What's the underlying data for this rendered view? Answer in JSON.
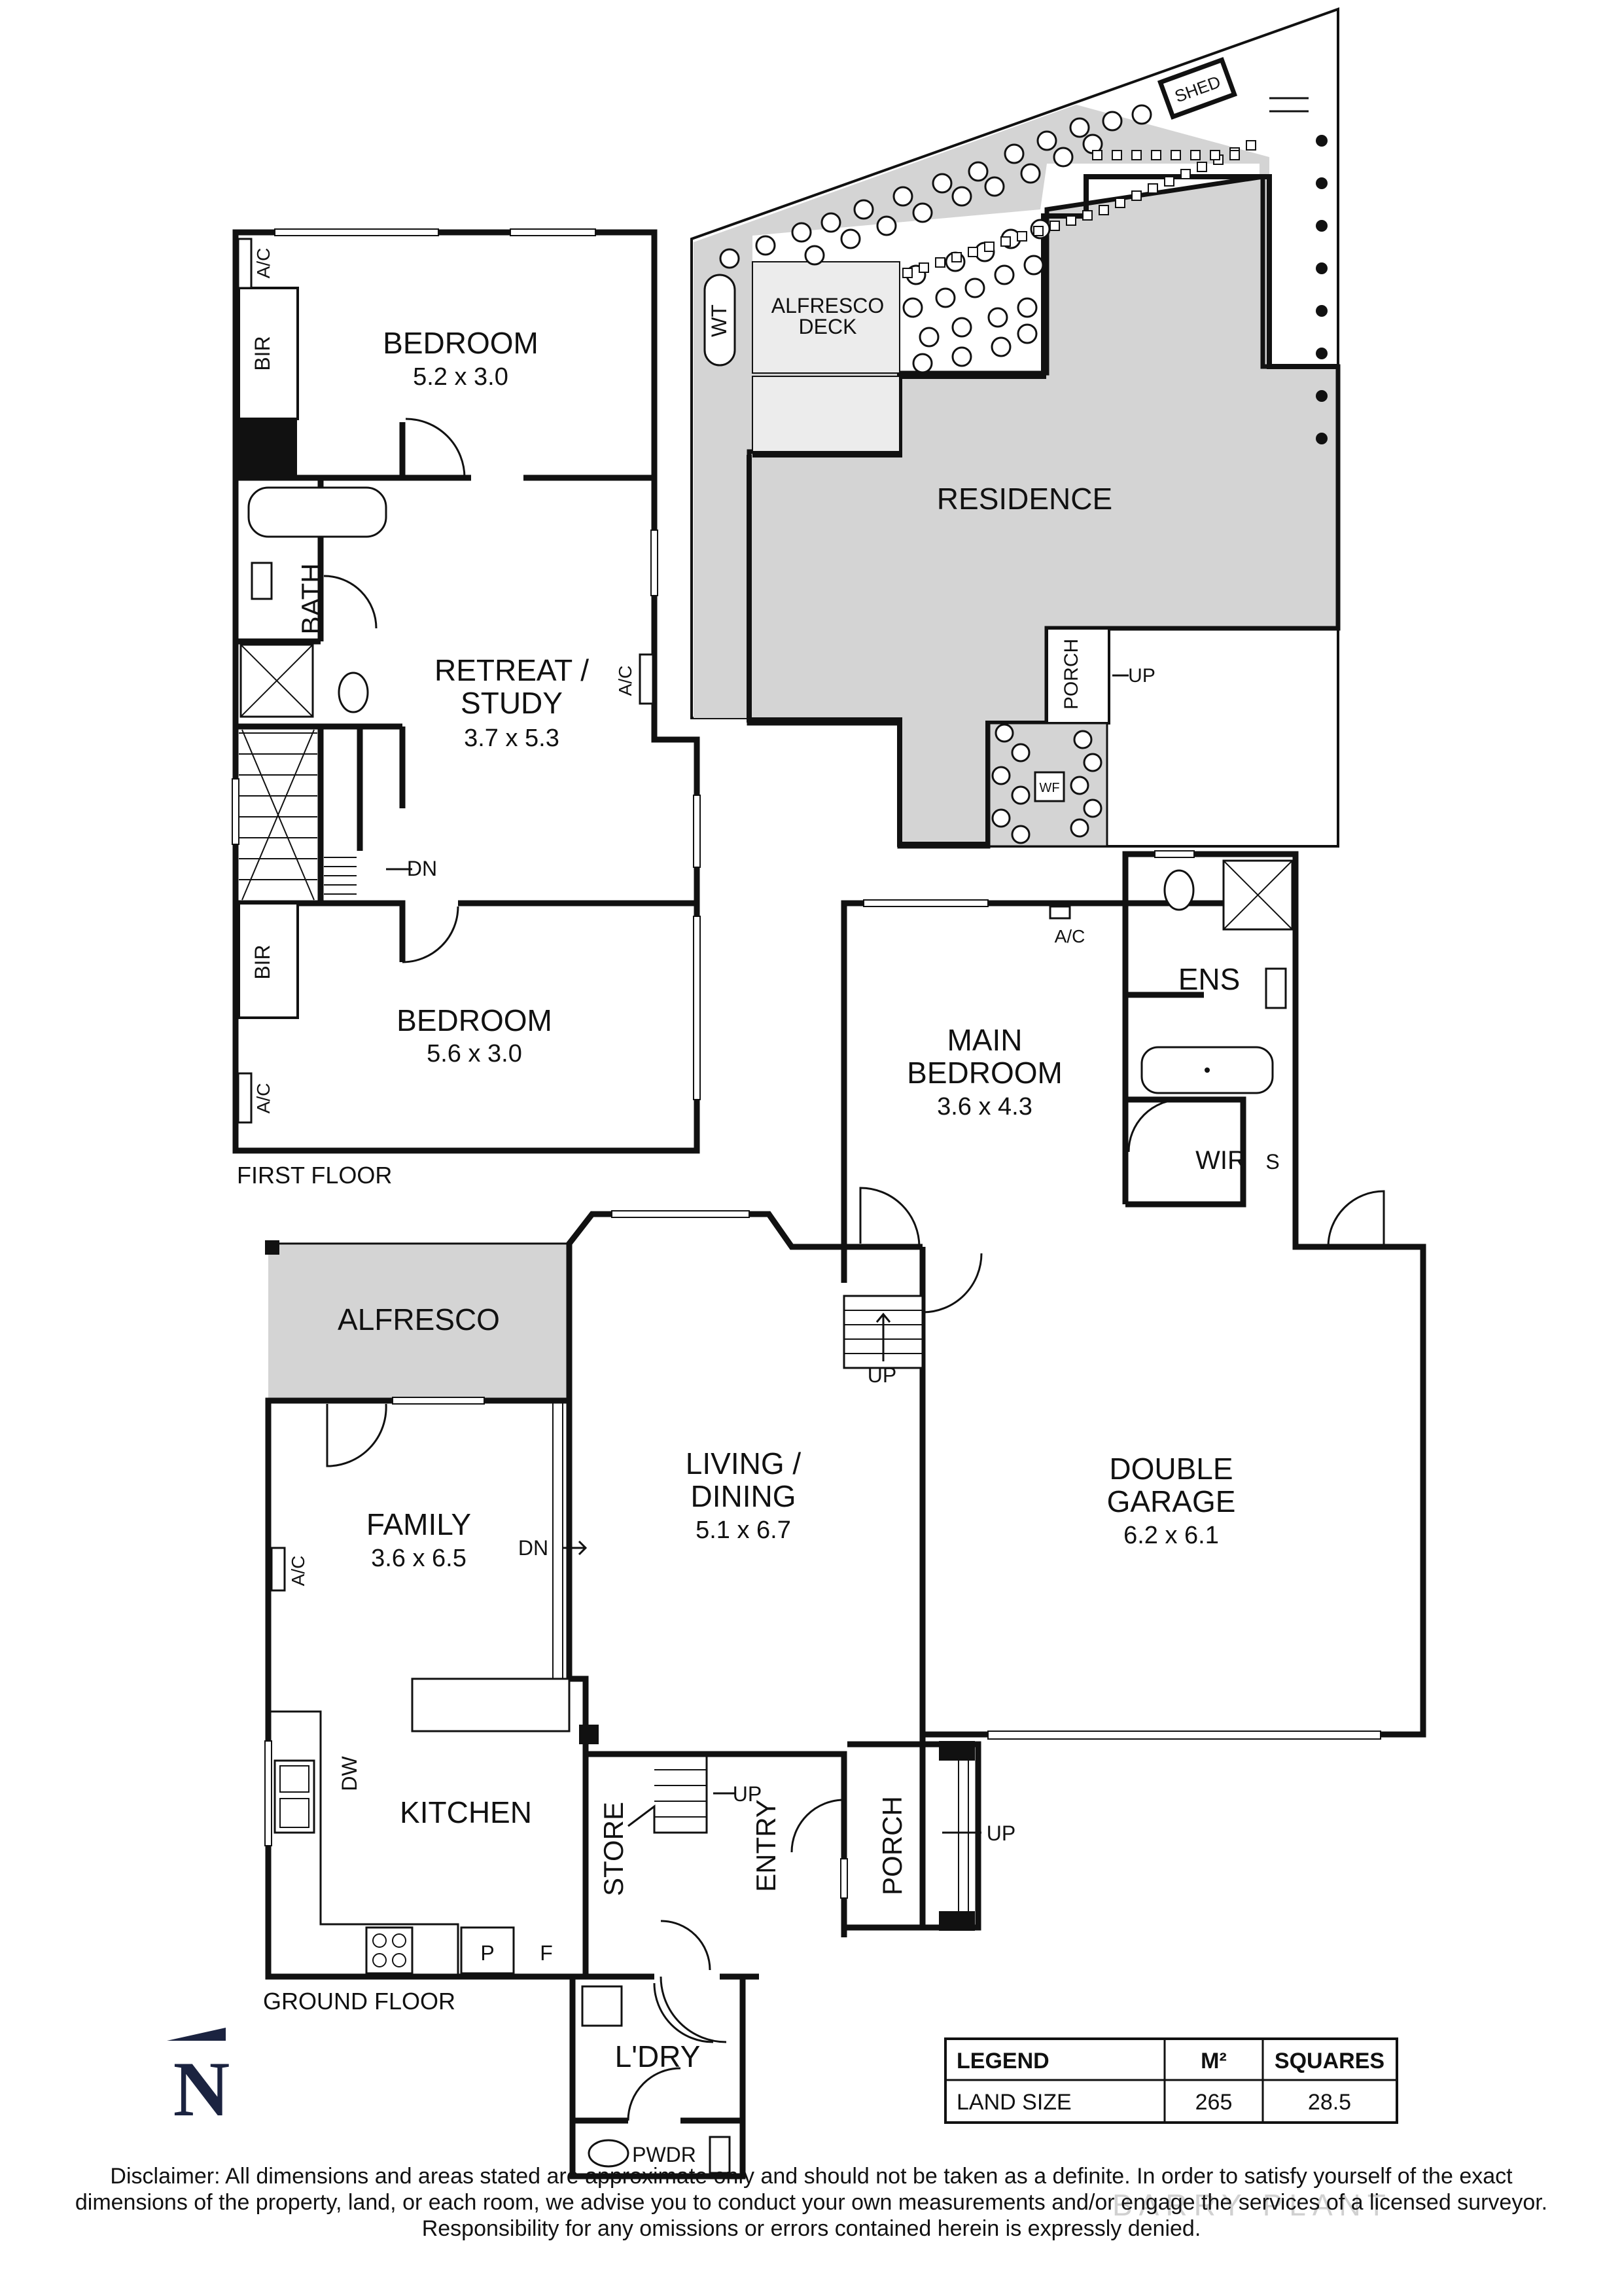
{
  "site_plan": {
    "shed": "SHED",
    "alfresco_deck_line1": "ALFRESCO",
    "alfresco_deck_line2": "DECK",
    "water_tank": "WT",
    "residence": "RESIDENCE",
    "porch": "PORCH",
    "porch_up": "UP",
    "wood_fire": "WF"
  },
  "first_floor": {
    "label": "FIRST FLOOR",
    "bedroom1": {
      "name": "BEDROOM",
      "dims": "5.2 x 3.0"
    },
    "retreat": {
      "name_line1": "RETREAT /",
      "name_line2": "STUDY",
      "dims": "3.7 x 5.3"
    },
    "bedroom2": {
      "name": "BEDROOM",
      "dims": "5.6 x 3.0"
    },
    "bath": "BATH",
    "bir_top": "BIR",
    "bir_bottom": "BIR",
    "ac_top": "A/C",
    "ac_bottom": "A/C",
    "ac_retreat": "A/C",
    "stairs_dn": "DN"
  },
  "ground_floor": {
    "label": "GROUND FLOOR",
    "alfresco": "ALFRESCO",
    "family": {
      "name": "FAMILY",
      "dims": "3.6 x 6.5"
    },
    "living": {
      "name_line1": "LIVING /",
      "name_line2": "DINING",
      "dims": "5.1 x 6.7"
    },
    "main_bedroom": {
      "name_line1": "MAIN",
      "name_line2": "BEDROOM",
      "dims": "3.6 x 4.3"
    },
    "garage": {
      "name_line1": "DOUBLE",
      "name_line2": "GARAGE",
      "dims": "6.2 x 6.1"
    },
    "kitchen": "KITCHEN",
    "store": "STORE",
    "entry": "ENTRY",
    "porch": "PORCH",
    "laundry": "L'DRY",
    "powder": "PWDR",
    "ensuite": "ENS",
    "wir": "WIR",
    "s": "S",
    "dw": "DW",
    "pantry": "P",
    "fridge": "F",
    "ac_family": "A/C",
    "ac_main": "A/C",
    "up_stairs": "UP",
    "up_entry": "UP",
    "up_porch": "UP",
    "dn_family": "DN"
  },
  "legend": {
    "headers": [
      "LEGEND",
      "M²",
      "SQUARES"
    ],
    "rows": [
      [
        "LAND SIZE",
        "265",
        "28.5"
      ]
    ]
  },
  "north": "N",
  "watermark": "BARRY PLANT",
  "disclaimer": "Disclaimer: All dimensions and areas stated are approximate only and should not be taken as a definite. In order to satisfy yourself of the exact dimensions of the property, land, or each room, we advise you to conduct your own measurements and/or engage the services of a licensed surveyor. Responsibility for any omissions or errors contained herein is expressly denied."
}
